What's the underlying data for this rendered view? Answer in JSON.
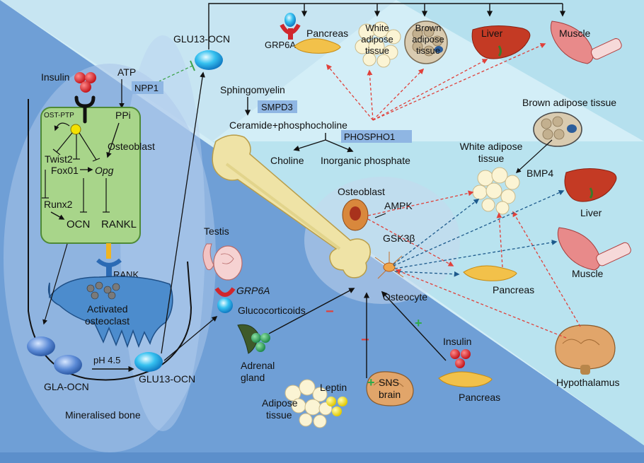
{
  "left_panel": {
    "insulin": "Insulin",
    "atp": "ATP",
    "npp1": "NPP1",
    "ost_ptp": "OST-PTP",
    "ppi": "PPi",
    "twist2": "Twist2",
    "fox01": "Fox01",
    "opg": "Opg",
    "osteoblast": "Osteoblast",
    "runx2": "Runx2",
    "ocn": "OCN",
    "rankl": "RANKL",
    "rank": "RANK",
    "activated": "Activated",
    "osteoclast": "osteoclast",
    "ph": "pH 4.5",
    "gla_ocn": "GLA-OCN",
    "glu13_ocn_bottom": "GLU13-OCN",
    "mineralised_bone": "Mineralised bone"
  },
  "top": {
    "glu13_ocn_top": "GLU13-OCN",
    "grp6a": "GRP6A",
    "pancreas": "Pancreas",
    "white_adipose": [
      "White",
      "adipose",
      "tissue"
    ],
    "brown_adipose": [
      "Brown",
      "adipose",
      "tissue"
    ],
    "liver": "Liver",
    "muscle": "Muscle"
  },
  "pathway": {
    "sphingomyelin": "Sphingomyelin",
    "smpd3": "SMPD3",
    "ceramide": "Ceramide+phosphocholine",
    "phospho1": "PHOSPHO1",
    "choline": "Choline",
    "inorganic_phosphate": "Inorganic phosphate"
  },
  "middle": {
    "testis": "Testis",
    "grp6a": "GRP6A",
    "glucocorticoids": "Glucocorticoids",
    "minus1": "−",
    "adrenal": [
      "Adrenal",
      "gland"
    ],
    "minus2": "−",
    "plus1": "+",
    "leptin": "Leptin",
    "plus2": "+",
    "sns": "SNS",
    "brain": "brain",
    "adipose": [
      "Adipose",
      "tissue"
    ],
    "insulin": "Insulin",
    "pancreas": "Pancreas"
  },
  "right": {
    "osteoblast": "Osteoblast",
    "ampk": "AMPK",
    "gsk3b": "GSK3β",
    "osteocyte": "Osteocyte",
    "brown_adipose": "Brown adipose tissue",
    "white_adipose": [
      "White adipose",
      "tissue"
    ],
    "bmp4": "BMP4",
    "liver": "Liver",
    "muscle": "Muscle",
    "pancreas": "Pancreas",
    "hypothalamus": "Hypothalamus"
  },
  "colors": {
    "bg_blue": "#6f9fd6",
    "bg_light": "#c8e8f3",
    "osteoblast_green": "#a8d58a",
    "osteoclast_blue": "#4c8ccd",
    "red_arrow": "#e0403a",
    "blue_arrow": "#1d5a8c"
  }
}
